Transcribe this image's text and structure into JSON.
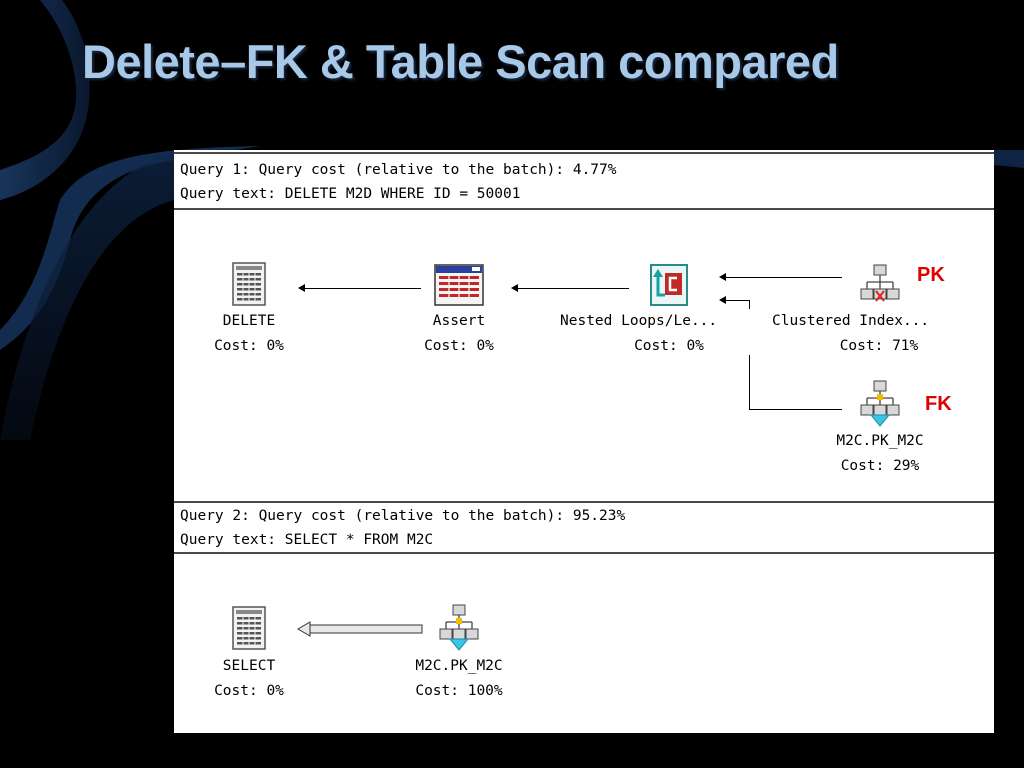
{
  "slide": {
    "title": "Delete–FK & Table Scan compared"
  },
  "query1": {
    "header": "Query 1: Query cost (relative to the batch): 4.77%",
    "text": "Query text: DELETE M2D WHERE ID = 50001",
    "nodes": [
      {
        "name": "DELETE",
        "cost": "Cost: 0%",
        "icon": "delete-operator-icon"
      },
      {
        "name": "Assert",
        "cost": "Cost: 0%",
        "icon": "assert-operator-icon"
      },
      {
        "name": "Nested Loops/Le...",
        "cost": "Cost: 0%",
        "icon": "nested-loops-icon"
      },
      {
        "name": "Clustered Index...",
        "cost": "Cost: 71%",
        "icon": "clustered-index-delete-icon"
      },
      {
        "name": "M2C.PK_M2C",
        "cost": "Cost: 29%",
        "icon": "clustered-index-scan-icon"
      }
    ],
    "callouts": {
      "pk": "PK",
      "fk": "FK"
    }
  },
  "query2": {
    "header": "Query 2: Query cost (relative to the batch): 95.23%",
    "text": "Query text: SELECT * FROM M2C",
    "nodes": [
      {
        "name": "SELECT",
        "cost": "Cost: 0%",
        "icon": "select-operator-icon"
      },
      {
        "name": "M2C.PK_M2C",
        "cost": "Cost: 100%",
        "icon": "clustered-index-scan-icon"
      }
    ]
  },
  "colors": {
    "title": "#a8c8e8",
    "callout": "#e00000",
    "background": "#000000",
    "panel": "#ffffff"
  }
}
